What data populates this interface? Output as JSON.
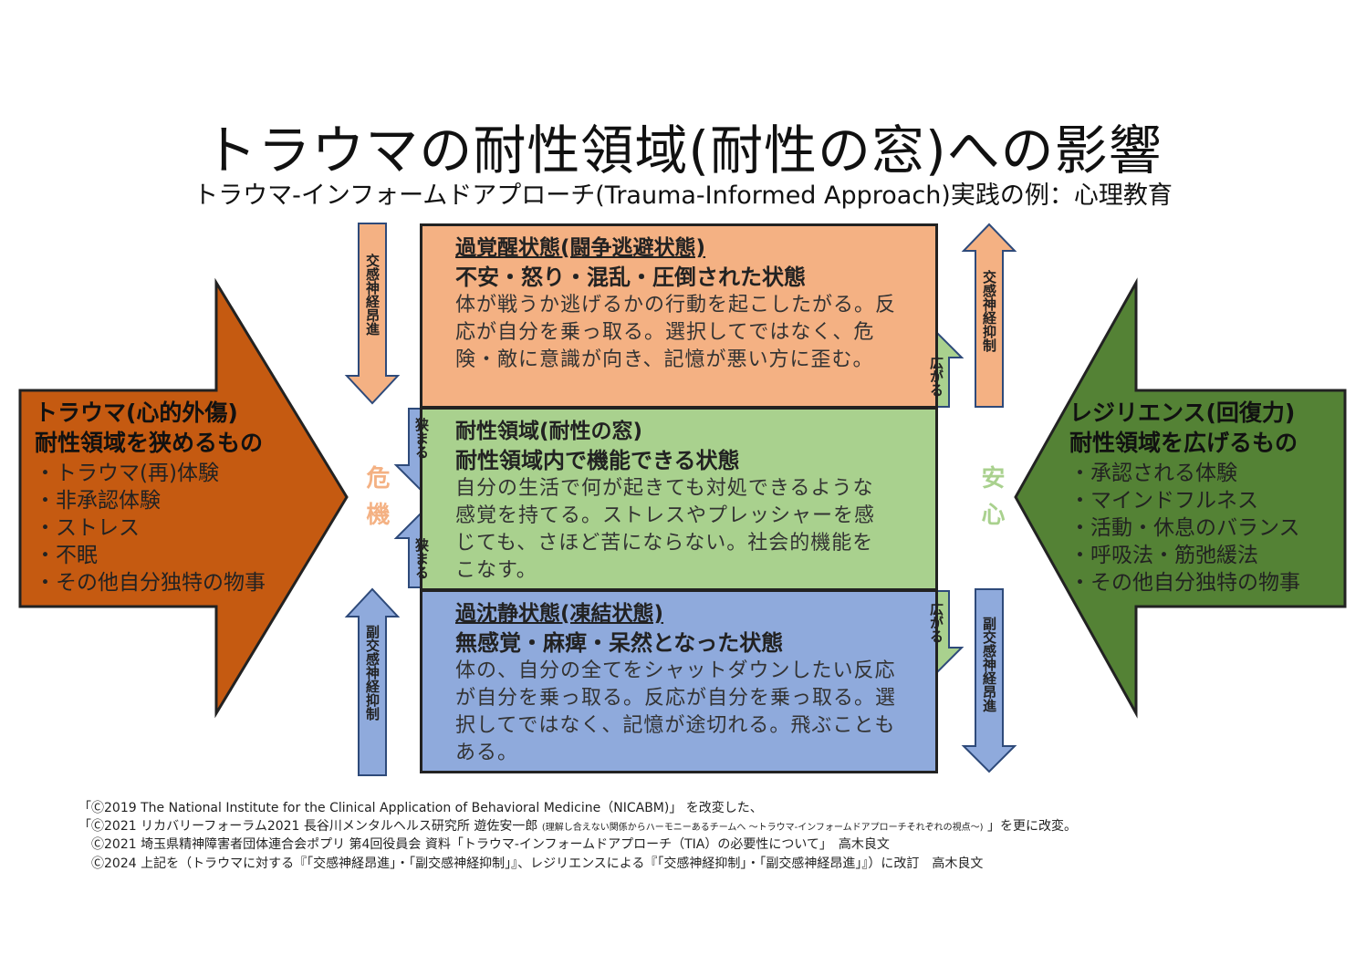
{
  "title": "トラウマの耐性領域(耐性の窓)への影響",
  "subtitle": "トラウマ-インフォームドアプローチ(Trauma-Informed Approach)実践の例：心理教育",
  "colors": {
    "hyper": "#f4b183",
    "window": "#a9d18e",
    "hypo": "#8faadc",
    "trauma_arrow": "#c55a11",
    "resilience_arrow": "#548235",
    "danger_text": "#f4b183",
    "safe_text": "#a9d18e"
  },
  "hyper": {
    "title": "過覚醒状態(闘争逃避状態)",
    "subtitle": "不安・怒り・混乱・圧倒された状態",
    "body": "体が戦うか逃げるかの行動を起こしたがる。反応が自分を乗っ取る。選択してではなく、危険・敵に意識が向き、記憶が悪い方に歪む。"
  },
  "window": {
    "title": "耐性領域(耐性の窓)",
    "subtitle": "耐性領域内で機能できる状態",
    "body": "自分の生活で何が起きても対処できるような感覚を持てる。ストレスやプレッシャーを感じても、さほど苦にならない。社会的機能をこなす。"
  },
  "hypo": {
    "title": "過沈静状態(凍結状態)",
    "subtitle": "無感覚・麻痺・呆然となった状態",
    "body": "体の、自分の全てをシャットダウンしたい反応が自分を乗っ取る。反応が自分を乗っ取る。選択してではなく、記憶が途切れる。飛ぶこともある。"
  },
  "trauma": {
    "title": "トラウマ(心的外傷)",
    "subtitle": "耐性領域を狭めるもの",
    "items": [
      "・トラウマ(再)体験",
      "・非承認体験",
      "・ストレス",
      "・不眠",
      "・その他自分独特の物事"
    ]
  },
  "resilience": {
    "title": "レジリエンス(回復力)",
    "subtitle": "耐性領域を広げるもの",
    "items": [
      "・承認される体験",
      "・マインドフルネス",
      "・活動・休息のバランス",
      "・呼吸法・筋弛緩法",
      "・その他自分独特の物事"
    ]
  },
  "arrows": {
    "left_top": "交感神経昂進",
    "left_bottom": "副交感神経抑制",
    "right_top": "交感神経抑制",
    "right_bottom": "副交感神経昂進",
    "narrow_down": "狭まる",
    "narrow_up": "狭まる",
    "widen_up": "広がる",
    "widen_down": "広がる",
    "danger": "危機",
    "safe": "安心"
  },
  "footer": {
    "line1": "「Ⓒ2019 The National Institute for the Clinical Application of Behavioral Medicine（NICABM)」 を改変した、",
    "line2_main": "「Ⓒ2021 リカバリーフォーラム2021 長谷川メンタルヘルス研究所 遊佐安一郎",
    "line2_small": "(理解し合えない関係からハーモニーあるチームへ ～トラウマ-インフォームドアプローチそれぞれの視点～)",
    "line2_end": "」を更に改変。",
    "line3": "Ⓒ2021 埼玉県精神障害者団体連合会ポプリ 第4回役員会 資料「トラウマ-インフォームドアプローチ（TIA）の必要性について」　高木良文",
    "line4": "Ⓒ2024 上記を（トラウマに対する『「交感神経昂進」・「副交感神経抑制」』、レジリエンスによる『「交感神経抑制」・「副交感神経昂進」』）に改訂　高木良文"
  }
}
